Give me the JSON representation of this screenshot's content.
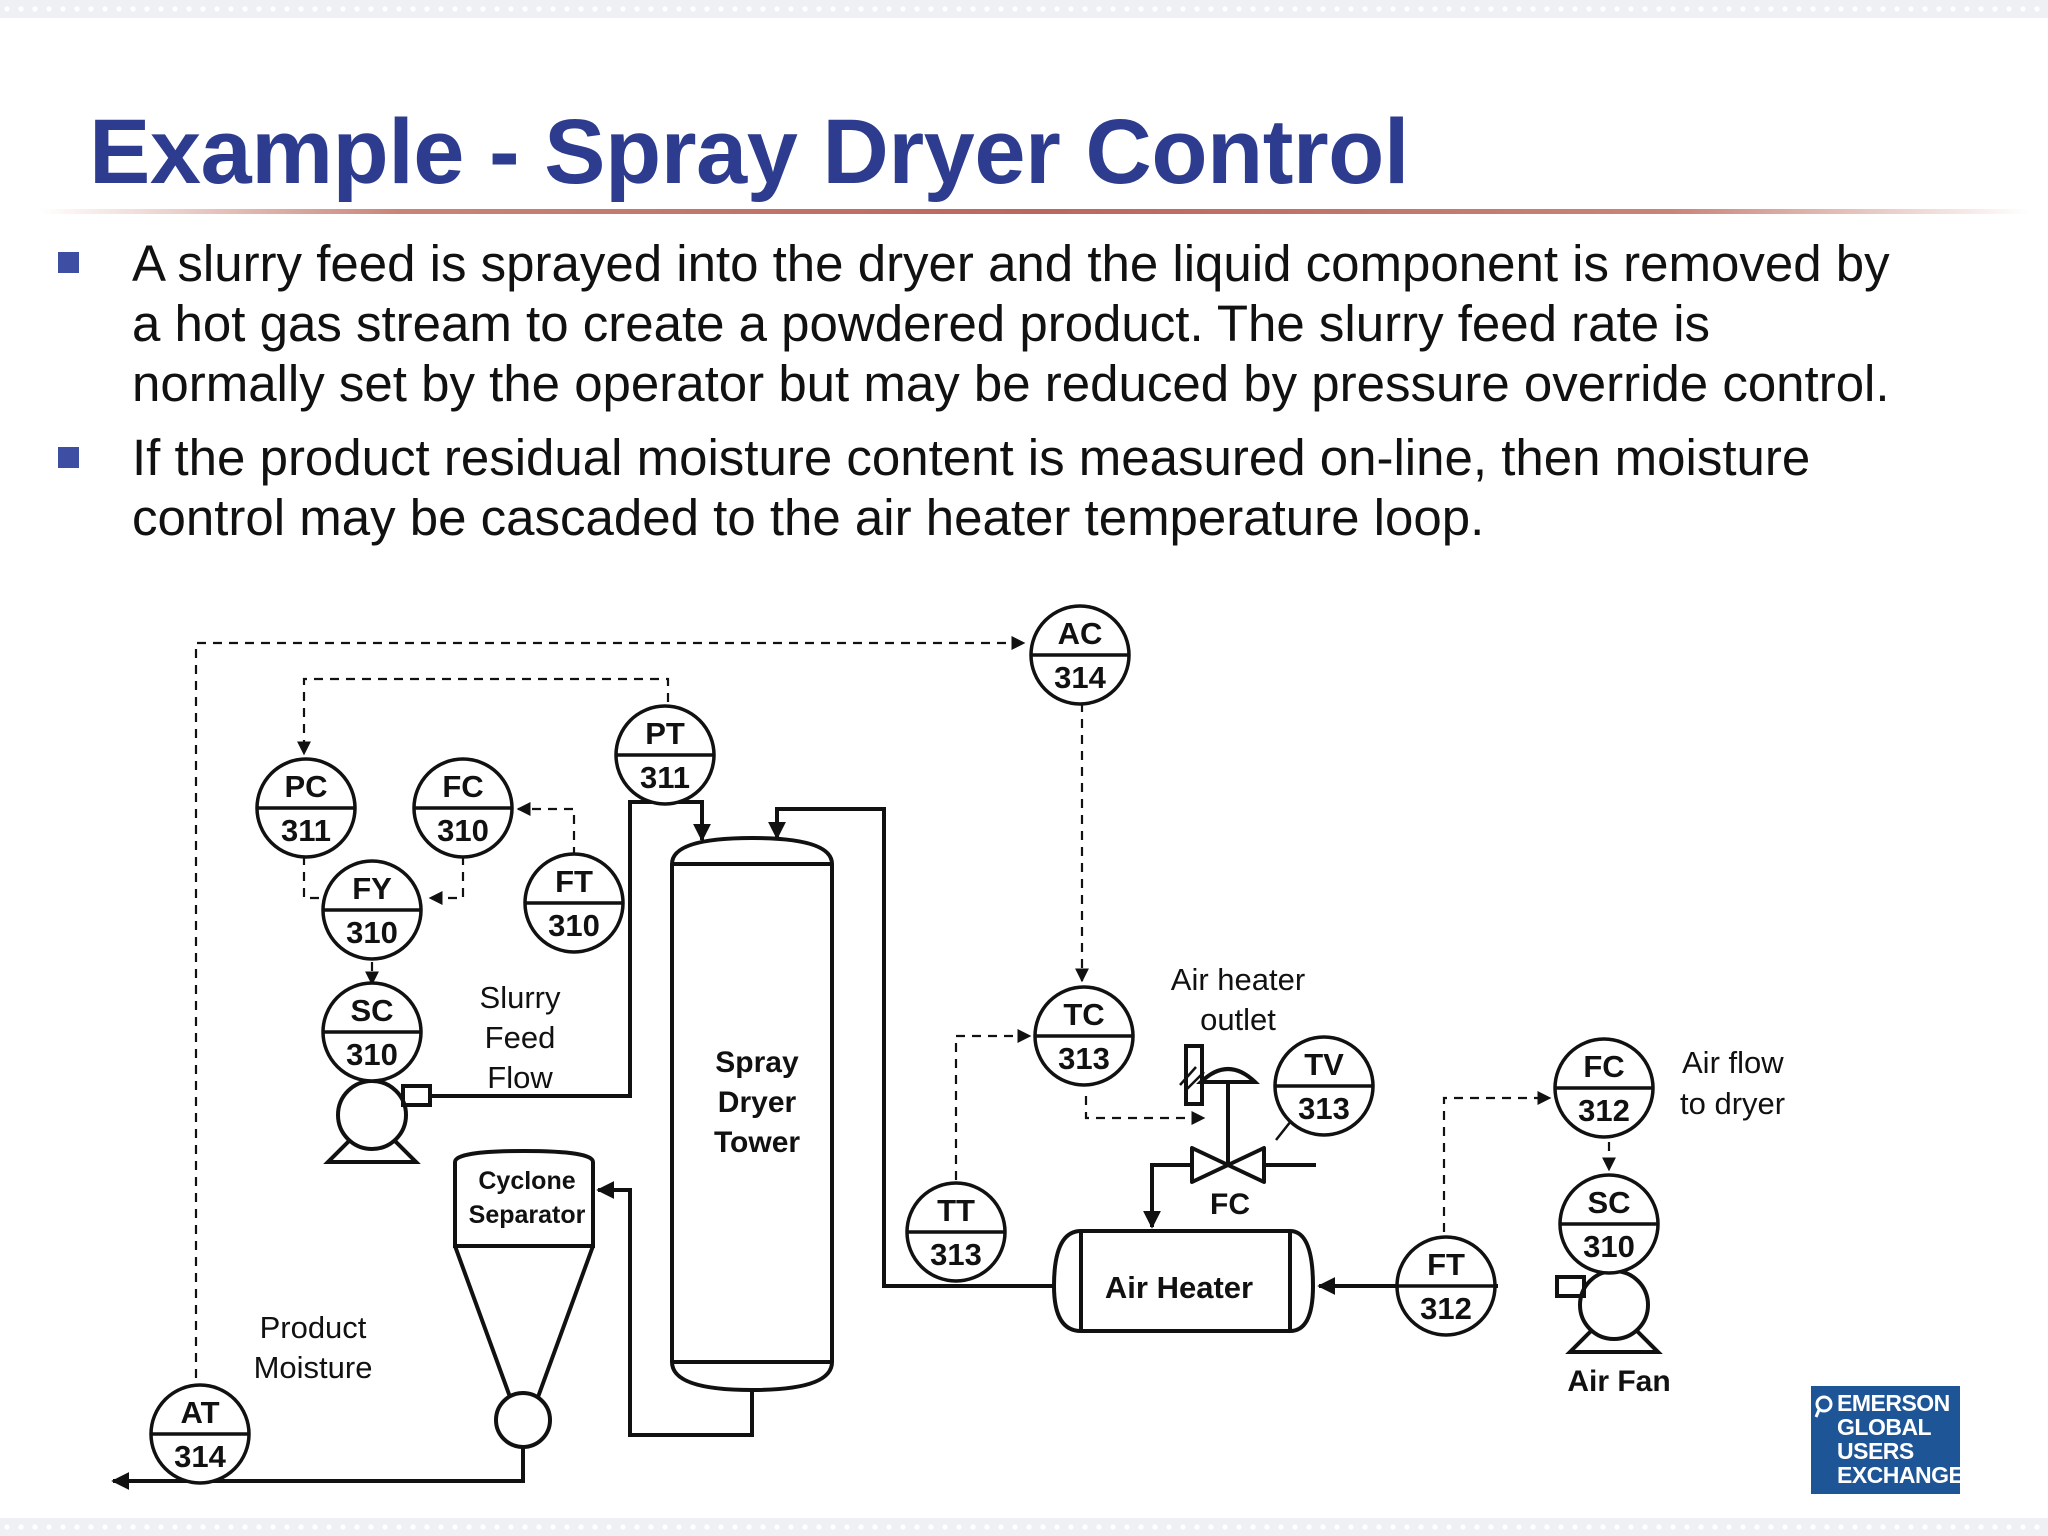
{
  "slide": {
    "title": "Example - Spray Dryer Control",
    "bullets": [
      {
        "lines": [
          "A slurry feed is sprayed into the dryer and the liquid component is removed by",
          "a hot gas stream to create a powdered product. The slurry feed rate is",
          "normally set by the operator but may be reduced by pressure override control."
        ]
      },
      {
        "lines": [
          "If the product residual moisture content is measured on-line, then moisture",
          "control may be cascaded to the air heater temperature loop."
        ]
      }
    ]
  },
  "diagram": {
    "instruments": [
      {
        "tag": "AC",
        "num": "314"
      },
      {
        "tag": "PT",
        "num": "311"
      },
      {
        "tag": "PC",
        "num": "311"
      },
      {
        "tag": "FC",
        "num": "310"
      },
      {
        "tag": "FT",
        "num": "310"
      },
      {
        "tag": "FY",
        "num": "310"
      },
      {
        "tag": "SC",
        "num": "310"
      },
      {
        "tag": "TC",
        "num": "313"
      },
      {
        "tag": "TV",
        "num": "313"
      },
      {
        "tag": "TT",
        "num": "313"
      },
      {
        "tag": "FC",
        "num": "312"
      },
      {
        "tag": "SC",
        "num": "310"
      },
      {
        "tag": "FT",
        "num": "312"
      },
      {
        "tag": "AT",
        "num": "314"
      }
    ],
    "equipment": {
      "spray_dryer": [
        "Spray",
        "Dryer",
        "Tower"
      ],
      "cyclone": [
        "Cyclone",
        "Separator"
      ],
      "air_heater": "Air Heater",
      "air_fan": "Air Fan"
    },
    "labels": {
      "slurry_feed": [
        "Slurry",
        "Feed",
        "Flow"
      ],
      "air_heater_outlet": [
        "Air heater",
        "outlet"
      ],
      "air_flow": [
        "Air flow",
        "to dryer"
      ],
      "product_moisture": [
        "Product",
        "Moisture"
      ],
      "valve_fail": "FC"
    }
  },
  "logo": {
    "lines": [
      "EMERSON",
      "GLOBAL",
      "USERS",
      "EXCHANGE"
    ],
    "color": "#1e5596"
  },
  "colors": {
    "title": "#2d3c8f",
    "bullet": "#3e4ea3",
    "rule": "#b9685e"
  }
}
